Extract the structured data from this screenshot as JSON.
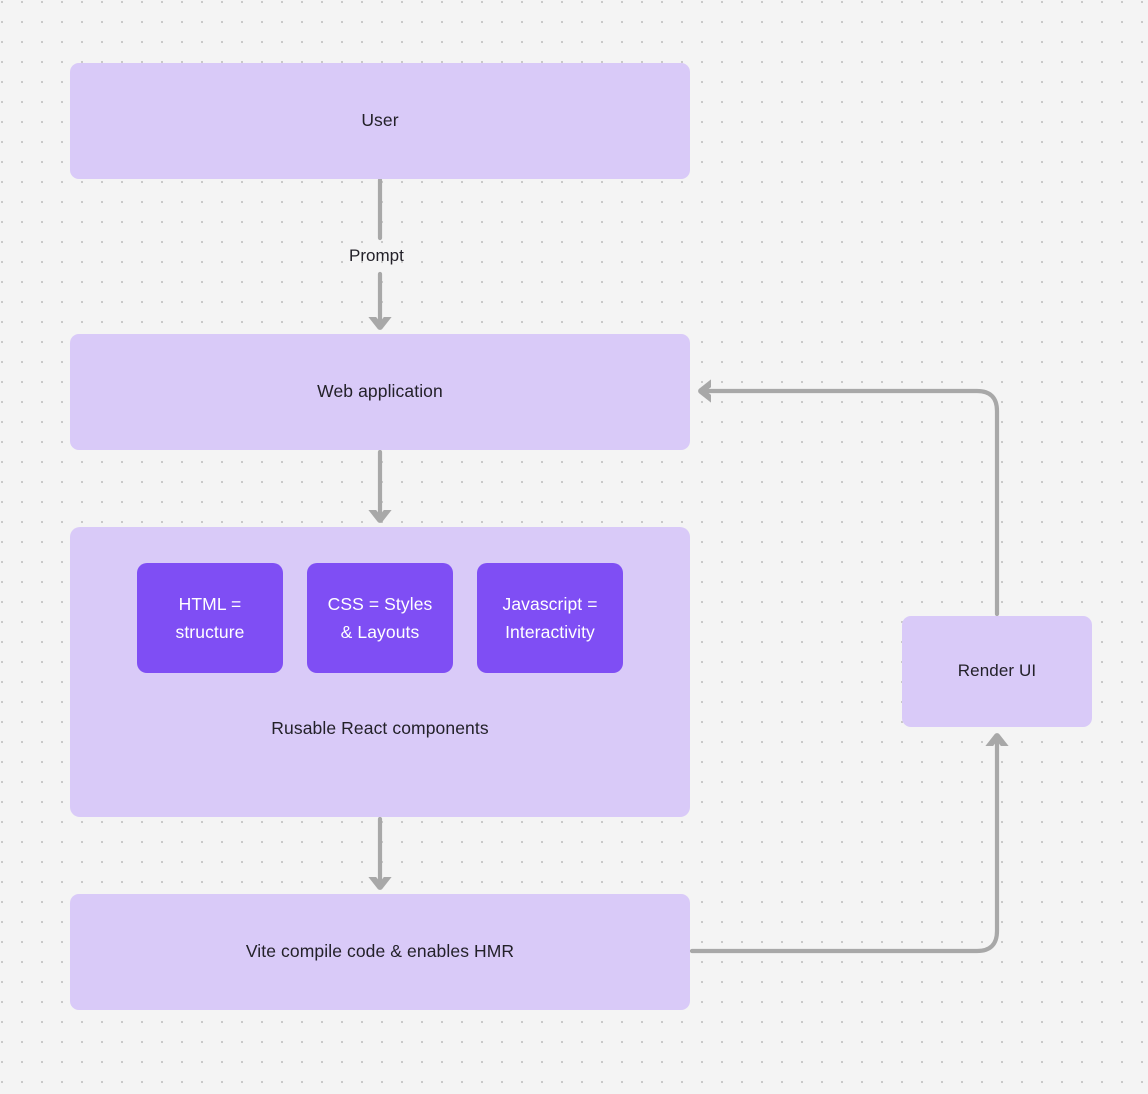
{
  "canvas": {
    "background_color": "#f4f4f4",
    "dot_color": "#c9c9c9",
    "node_fill": "#d9caf8",
    "chip_fill": "#7f4ef4",
    "edge_color": "#a8a8a8",
    "text_color": "#232129",
    "chip_text_color": "#ffffff"
  },
  "nodes": {
    "user": {
      "label": "User"
    },
    "web_application": {
      "label": "Web application"
    },
    "components_group": {
      "caption": "Rusable React components",
      "chips": [
        {
          "label": "HTML = structure",
          "line1": "HTML =",
          "line2": "structure"
        },
        {
          "label": "CSS = Styles & Layouts",
          "line1": "CSS = Styles",
          "line2": "& Layouts"
        },
        {
          "label": "Javascript = Interactivity",
          "line1": "Javascript =",
          "line2": "Interactivity"
        }
      ]
    },
    "vite": {
      "label": "Vite compile code & enables HMR"
    },
    "render_ui": {
      "label": "Render UI"
    }
  },
  "edges": [
    {
      "id": "user-to-webapp",
      "label": "Prompt",
      "from": "user",
      "to": "web_application",
      "direction": "down"
    },
    {
      "id": "webapp-to-components",
      "label": "",
      "from": "web_application",
      "to": "components_group",
      "direction": "down"
    },
    {
      "id": "components-to-vite",
      "label": "",
      "from": "components_group",
      "to": "vite",
      "direction": "down"
    },
    {
      "id": "vite-to-render",
      "label": "",
      "from": "vite",
      "to": "render_ui",
      "direction": "up"
    },
    {
      "id": "render-to-webapp",
      "label": "",
      "from": "render_ui",
      "to": "web_application",
      "direction": "left"
    }
  ]
}
